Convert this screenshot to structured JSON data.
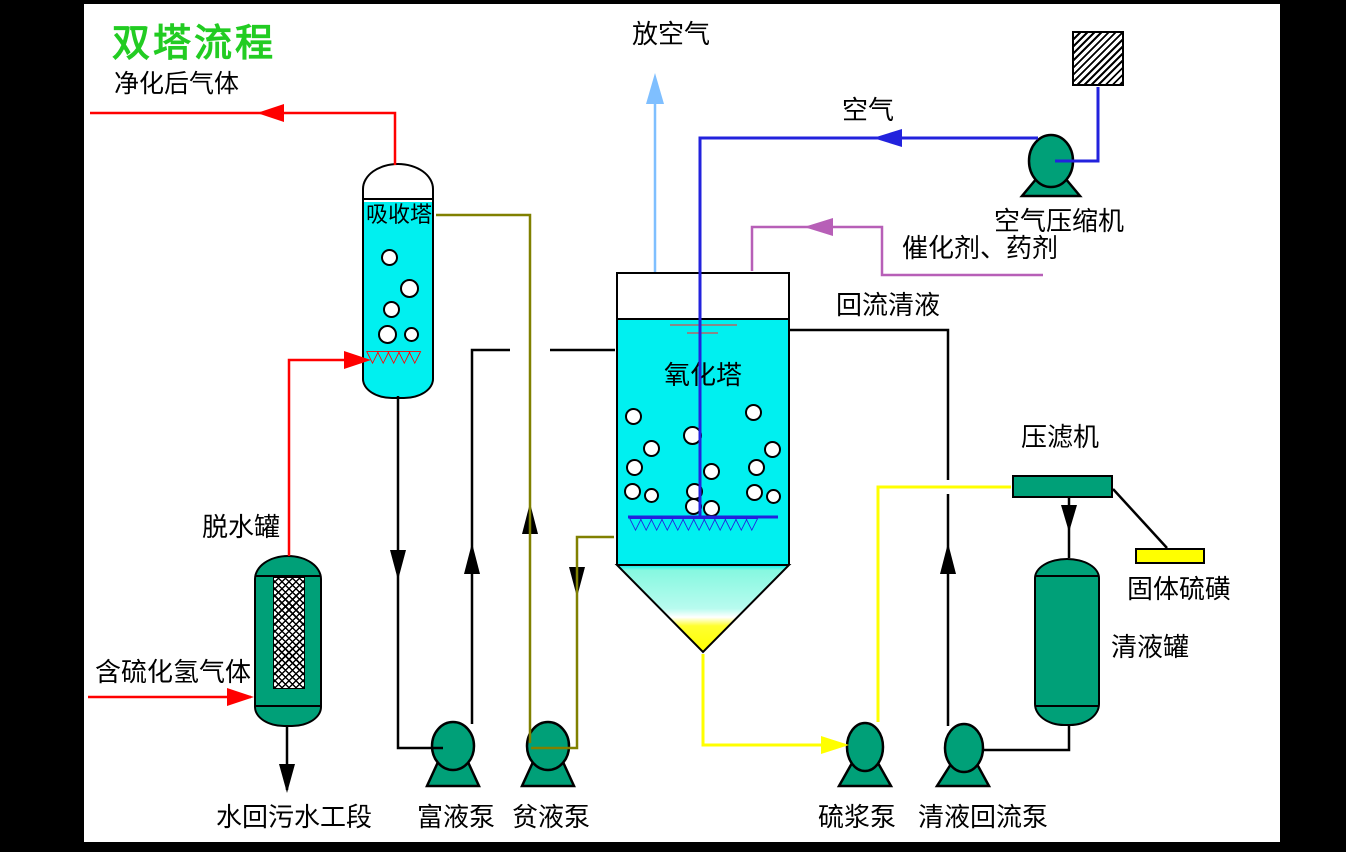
{
  "title": {
    "text": "双塔流程"
  },
  "colors": {
    "title_green": "#22CC22",
    "red": "#FF0000",
    "black": "#000000",
    "olive": "#808000",
    "blue": "#2222DD",
    "light_blue": "#7FBFFF",
    "purple": "#B75FB7",
    "yellow": "#FFFF00",
    "cyan": "#00F0F0",
    "teal": "#00A078",
    "gray": "#888888"
  },
  "equipment": {
    "absorber": {
      "label": "吸收塔"
    },
    "oxidation_tower": {
      "label": "氧化塔"
    },
    "dehydration_tank": {
      "label": "脱水罐"
    },
    "clear_liquid_tank": {
      "label": "清液罐"
    },
    "filter_press": {
      "label": "压滤机"
    },
    "air_compressor": {
      "label": "空气压缩机"
    },
    "rich_liquid_pump": {
      "label": "富液泵"
    },
    "lean_liquid_pump": {
      "label": "贫液泵"
    },
    "sulfur_slurry_pump": {
      "label": "硫浆泵"
    },
    "clear_liquid_reflux_pump": {
      "label": "清液回流泵"
    },
    "solid_sulfur": {
      "label": "固体硫磺"
    }
  },
  "streams": {
    "purified_gas": {
      "label": "净化后气体"
    },
    "vent_air": {
      "label": "放空气"
    },
    "air": {
      "label": "空气"
    },
    "catalyst_agent": {
      "label": "催化剂、药剂"
    },
    "reflux_clear_liquid": {
      "label": "回流清液"
    },
    "h2s_gas": {
      "label": "含硫化氢气体"
    },
    "water_to_wastewater": {
      "label": "水回污水工段"
    }
  },
  "glyphs": {
    "absorber_distributor": "▽▽▽▽▽",
    "oxidizer_distributor": "▽▽▽▽▽▽▽▽▽▽▽▽"
  }
}
